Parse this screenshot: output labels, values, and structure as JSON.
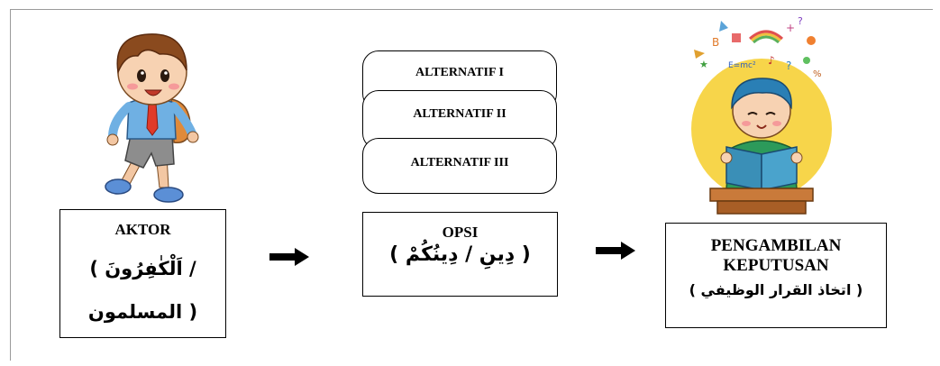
{
  "actor": {
    "title": "AKTOR",
    "arabic_line1": "/ اَلْكٰفِرُونَ )",
    "arabic_line2": "( المسلمون"
  },
  "alternatives": [
    {
      "label": "ALTERNATIF I"
    },
    {
      "label": "ALTERNATIF II"
    },
    {
      "label": "ALTERNATIF III"
    }
  ],
  "option": {
    "title": "OPSI",
    "arabic": "( دِينِ / دِينُكُمْ )"
  },
  "decision": {
    "title_line1": "PENGAMBILAN",
    "title_line2": "KEPUTUSAN",
    "arabic": "( اتخاذ القرار الوظيفي )"
  },
  "colors": {
    "border": "#000000",
    "frame": "#9a9a9a",
    "sun": "#f7d54a",
    "shirt": "#5aa3d8",
    "book": "#3a8fb7"
  },
  "icons": {
    "arrow": "right-arrow-icon",
    "actor_image": "student-boy-illustration",
    "decision_image": "reading-boy-illustration"
  }
}
